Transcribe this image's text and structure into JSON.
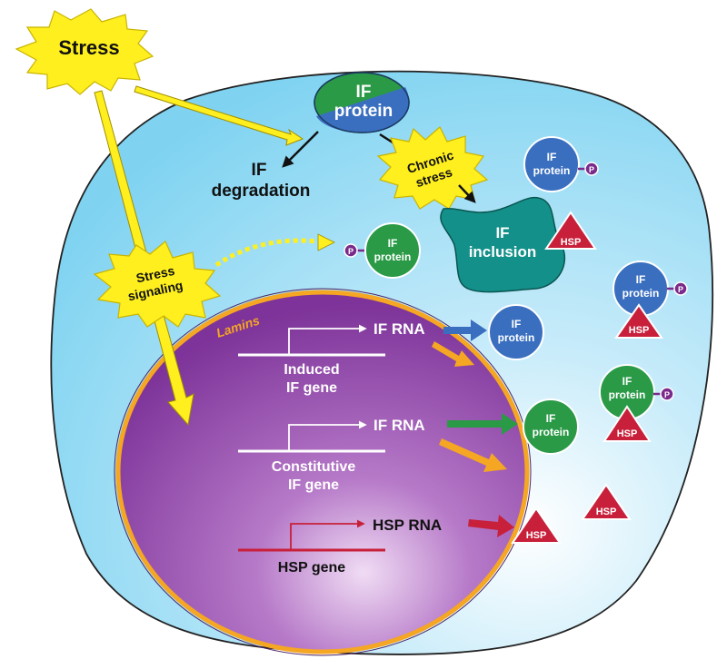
{
  "stress": {
    "label": "Stress"
  },
  "if_protein_top": {
    "line1": "IF",
    "line2": "protein"
  },
  "if_degradation": {
    "line1": "IF",
    "line2": "degradation"
  },
  "chronic_stress": {
    "line1": "Chronic",
    "line2": "stress"
  },
  "stress_signaling": {
    "line1": "Stress",
    "line2": "signaling"
  },
  "if_inclusion": {
    "line1": "IF",
    "line2": "inclusion"
  },
  "phospho_label": "P",
  "hsp_label": "HSP",
  "protein_circle": {
    "line1": "IF",
    "line2": "protein"
  },
  "lamins": "Lamins",
  "genes": [
    {
      "rna": "IF RNA",
      "line1": "Induced",
      "line2": "IF gene"
    },
    {
      "rna": "IF RNA",
      "line1": "Constitutive",
      "line2": "IF gene"
    },
    {
      "rna": "HSP RNA",
      "line1": "HSP gene",
      "line2": ""
    }
  ],
  "colors": {
    "cell": "#8fdaf4",
    "nucleus": "#8a3fa8",
    "lamina": "#f5a623",
    "stress_burst": "#ffef1f",
    "green_protein": "#2a9a47",
    "blue_protein": "#3a6fc0",
    "inclusion": "#14908a",
    "hsp": "#c8203a",
    "phospho": "#7a2a8a"
  }
}
